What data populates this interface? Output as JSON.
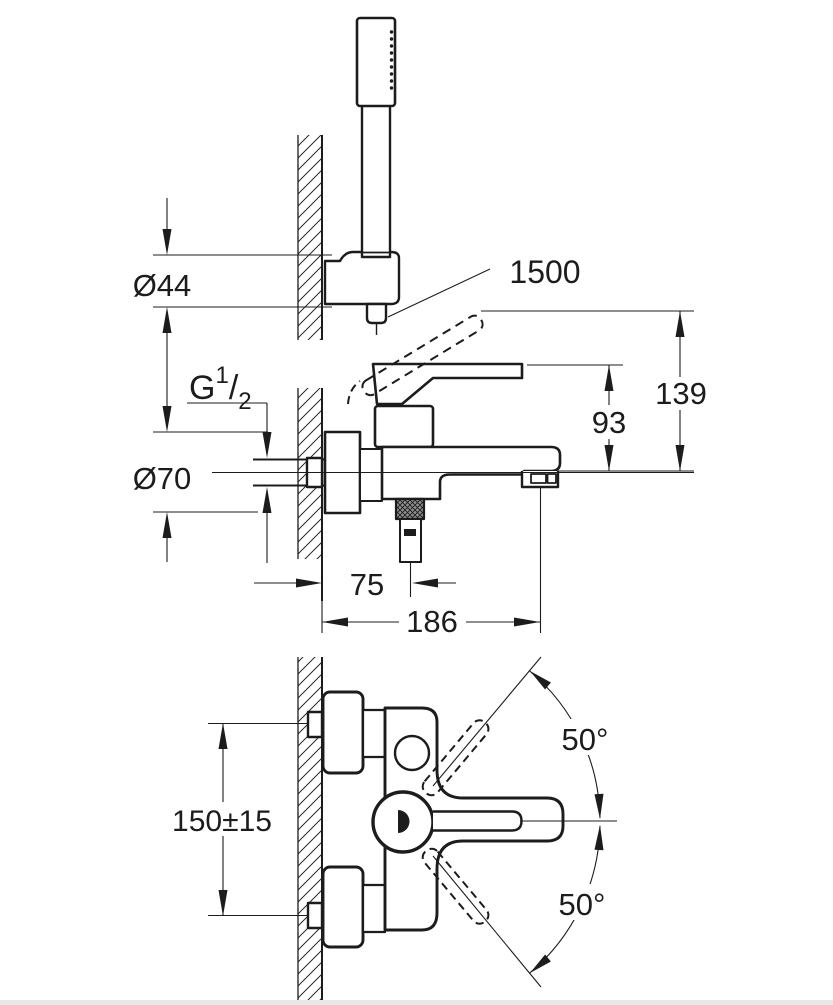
{
  "page": {
    "background": "#ffffff",
    "line_color": "#1c1c1c"
  },
  "dims": {
    "shower_holder_diameter": "Ø44",
    "thread_G": "G",
    "thread_numerator": "1",
    "thread_slash": "/",
    "thread_denominator": "2",
    "escutcheon_diameter": "Ø70",
    "hose_length": "1500",
    "height_overall": "139",
    "height_body": "93",
    "projection_hose": "75",
    "projection_spout": "186",
    "inlet_center_distance": "150±15",
    "lever_swing_upper": "50°",
    "lever_swing_lower": "50°"
  }
}
